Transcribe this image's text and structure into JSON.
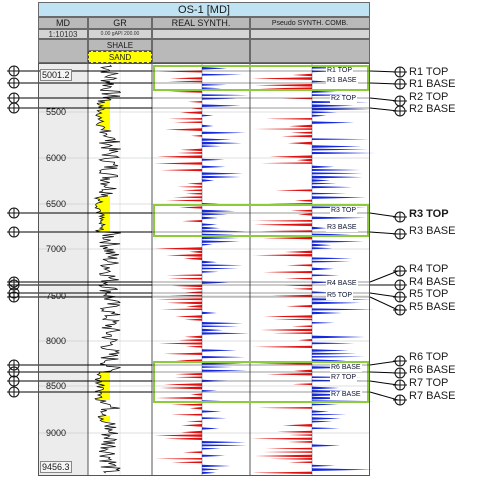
{
  "title": "OS-1 [MD]",
  "columns": {
    "md": "MD",
    "gr": "GR",
    "real": "REAL SYNTH.",
    "pseudo": "Pseudo SYNTH. COMB."
  },
  "md_scale": "1:10103",
  "gr_scale": "0.00 gAPI 200.00",
  "lithology": {
    "shale": "SHALE",
    "sand": "SAND"
  },
  "depth_range": {
    "top": "5001.2",
    "bottom": "9456.3"
  },
  "depth_ticks": [
    "5500",
    "6000",
    "6500",
    "7000",
    "7500",
    "8000",
    "8500",
    "9000"
  ],
  "colors": {
    "title_bg": "#bfe3f3",
    "header_bg": "#b9b9b9",
    "sand": "#ffff00",
    "shale": "#c8c8c8",
    "trough": "#e01010",
    "peak": "#1428e0",
    "window": "#8ccc3c",
    "horizon_line": "#000000"
  },
  "horizons": [
    {
      "top": "R1 TOP",
      "base": "R1 BASE"
    },
    {
      "top": "R2 TOP",
      "base": "R2 BASE"
    },
    {
      "top": "R3 TOP",
      "base": "R3 BASE"
    },
    {
      "top": "R4 TOP",
      "base": "R4 BASE"
    },
    {
      "top": "R5 TOP",
      "base": "R5 BASE"
    },
    {
      "top": "R6 TOP",
      "base": "R6 BASE"
    },
    {
      "top": "R7 TOP",
      "base": "R7 BASE"
    }
  ],
  "horizon_marker_icon": "circle-crosshair-icon"
}
